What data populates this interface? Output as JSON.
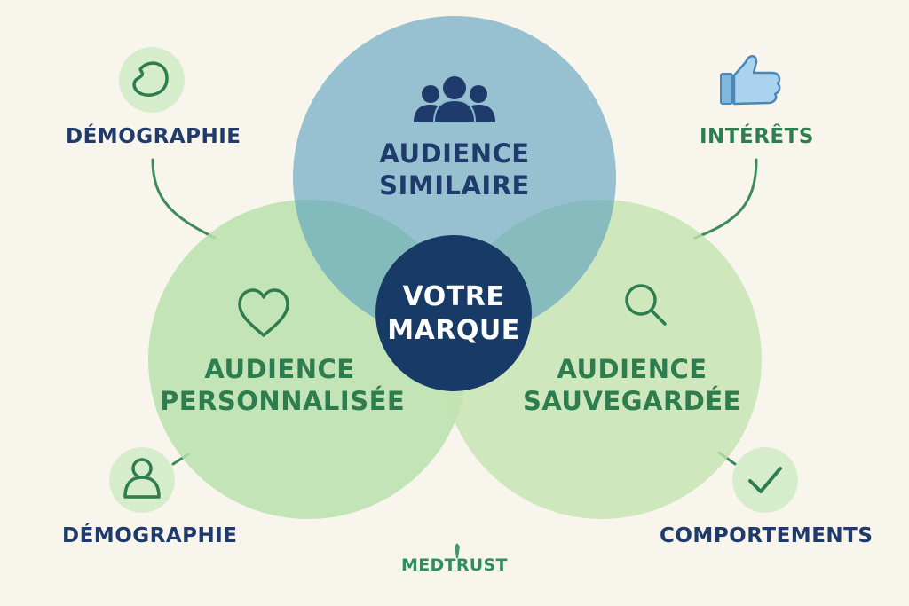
{
  "colors": {
    "background": "#f8f6ec",
    "similar": "#7fb3c9",
    "custom": "#b9e0ae",
    "saved": "#c3e3b0",
    "center": "#173a66",
    "navy_text": "#1f3b6b",
    "green_text": "#2e7d4f",
    "icon_bg": "#d6edcc",
    "line": "#3d8a5a"
  },
  "center": {
    "line1": "VOTRE",
    "line2": "MARQUE"
  },
  "circles": {
    "similar": {
      "line1": "AUDIENCE",
      "line2": "SIMILAIRE",
      "icon": "group-icon"
    },
    "custom": {
      "line1": "AUDIENCE",
      "line2": "PERSONNALISÉE",
      "icon": "heart-icon"
    },
    "saved": {
      "line1": "AUDIENCE",
      "line2": "SAUVEGARDÉE",
      "icon": "search-icon"
    }
  },
  "labels": {
    "top_left": {
      "text": "DÉMOGRAPHIE",
      "icon": "bean-icon"
    },
    "top_right": {
      "text": "INTÉRÊTS",
      "icon": "thumbs-up-icon"
    },
    "bottom_left": {
      "text": "DÉMOGRAPHIE",
      "icon": "person-icon"
    },
    "bottom_right": {
      "text": "COMPORTEMENTS",
      "icon": "check-icon"
    }
  },
  "brand": {
    "text": "MEDTRUST"
  }
}
